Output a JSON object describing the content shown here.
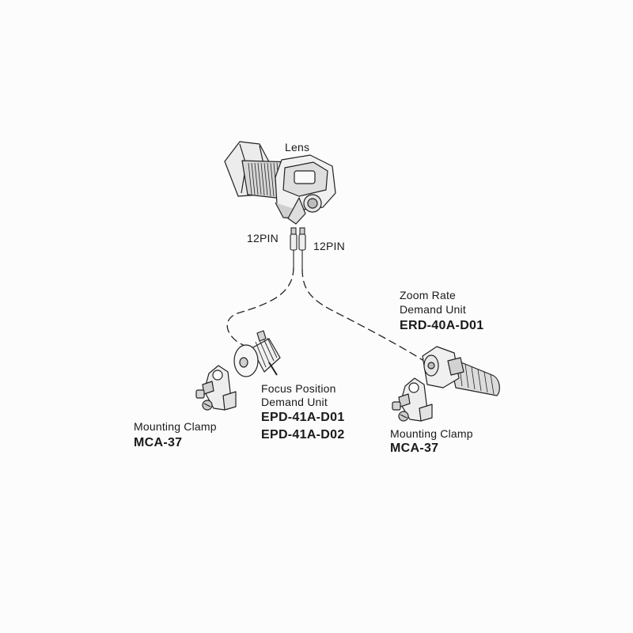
{
  "lens": {
    "label": "Lens"
  },
  "connectors": {
    "left_pin": "12PIN",
    "right_pin": "12PIN"
  },
  "zoom_unit": {
    "line1": "Zoom Rate",
    "line2": "Demand Unit",
    "model": "ERD-40A-D01"
  },
  "focus_unit": {
    "line1": "Focus Position",
    "line2": "Demand Unit",
    "model_1": "EPD-41A-D01",
    "model_2": "EPD-41A-D02"
  },
  "left_clamp": {
    "label": "Mounting Clamp",
    "model": "MCA-37"
  },
  "right_clamp": {
    "label": "Mounting Clamp",
    "model": "MCA-37"
  },
  "colors": {
    "ink": "#1a1a1a",
    "line": "#222222",
    "fill_light": "#ececec",
    "fill_mid": "#cfcfcf",
    "background": "#fcfcfc"
  }
}
